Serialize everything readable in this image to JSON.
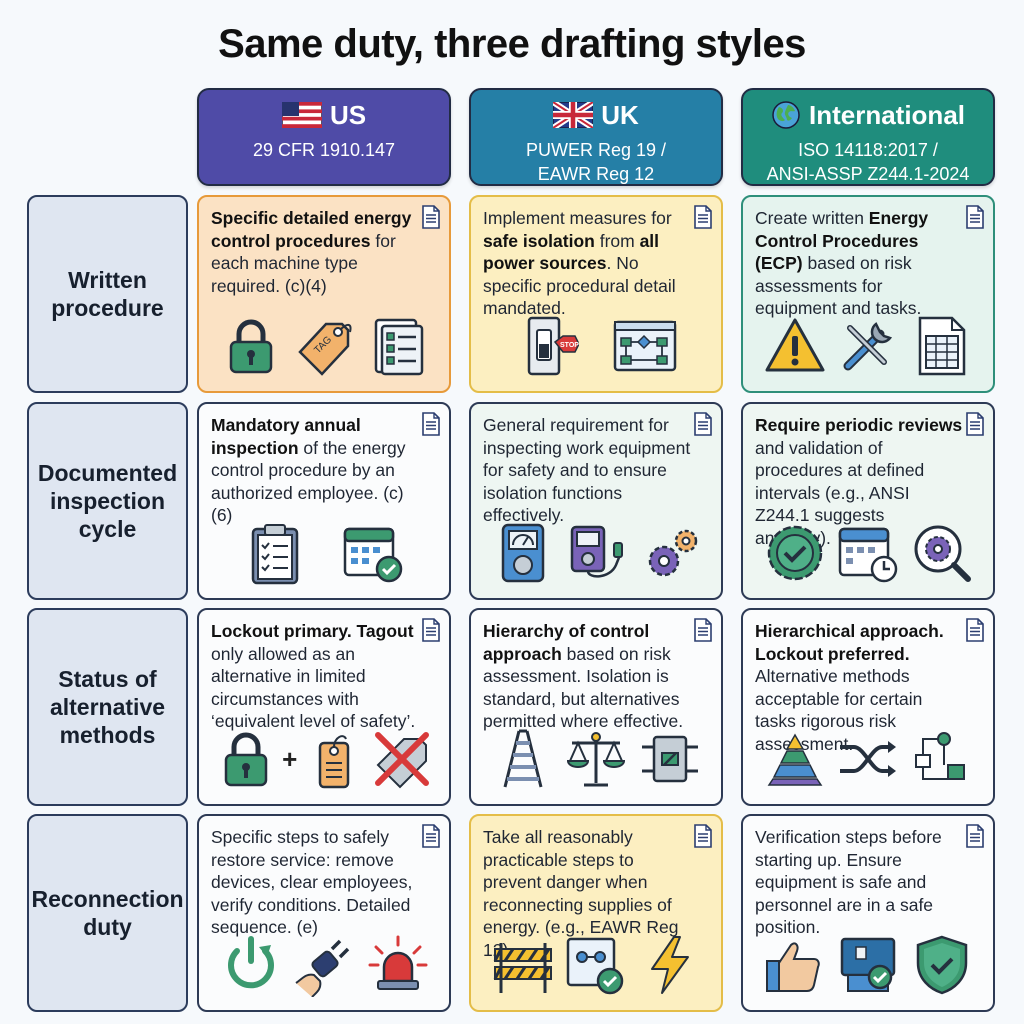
{
  "title": "Same duty, three drafting styles",
  "columns": [
    {
      "flag": "us-flag-icon",
      "name": "US",
      "ref": "29 CFR 1910.147"
    },
    {
      "flag": "uk-flag-icon",
      "name": "UK",
      "ref": "PUWER Reg 19 /\nEAWR Reg 12"
    },
    {
      "flag": "globe-icon",
      "name": "International",
      "ref": "ISO 14118:2017 /\nANSI-ASSP Z244.1-2024"
    }
  ],
  "rows": [
    {
      "label": "Written\nprocedure"
    },
    {
      "label": "Documented\ninspection\ncycle"
    },
    {
      "label": "Status of\nalternative\nmethods"
    },
    {
      "label": "Reconnection\nduty"
    }
  ],
  "cells": {
    "r1": {
      "us": {
        "bold": "Specific detailed energy control procedures",
        "text": " for each machine type required. (c)(4)",
        "icons": [
          "padlock-icon",
          "tag-icon",
          "checklist-icon"
        ]
      },
      "uk": {
        "pre": "Implement measures for ",
        "bold": "safe isolation",
        "mid": " from ",
        "bold2": "all power sources",
        "text": ". No specific procedural detail mandated.",
        "icons": [
          "switch-icon",
          "stop-sign-icon",
          "flowchart-icon"
        ]
      },
      "int": {
        "pre": "Create written ",
        "bold": "Energy Control Procedures (ECP)",
        "text": " based on risk assessments for equipment and tasks.",
        "icons": [
          "warning-icon",
          "tools-icon",
          "spreadsheet-icon"
        ]
      }
    },
    "r2": {
      "us": {
        "bold": "Mandatory annual inspection",
        "text": " of the energy control procedure by an authorized employee. (c)(6)",
        "icons": [
          "clipboard-icon",
          "calendar-check-icon"
        ]
      },
      "uk": {
        "text": "General requirement for inspecting work equipment for safety and to ensure isolation functions effectively.",
        "icons": [
          "meter-icon",
          "tester-icon",
          "gears-icon"
        ]
      },
      "int": {
        "bold": "Require periodic reviews",
        "text": " and validation of procedures at defined intervals (e.g., ANSI Z244.1 suggests annually).",
        "icons": [
          "badge-check-icon",
          "calendar-clock-icon",
          "gear-search-icon"
        ]
      }
    },
    "r3": {
      "us": {
        "bold": "Lockout primary. Tagout",
        "text": " only allowed as an alternative in limited circumstances with ‘equivalent level of safety’.",
        "plus": "+",
        "icons": [
          "padlock-icon",
          "tag-icon",
          "crossed-tag-icon"
        ]
      },
      "uk": {
        "bold": "Hierarchy of control approach",
        "text": " based on risk assessment. Isolation is standard, but alternatives permitted where effective.",
        "icons": [
          "ladder-icon",
          "scales-icon",
          "isolator-icon"
        ]
      },
      "int": {
        "bold": "Hierarchical approach. Lockout preferred.",
        "text": " Alternative methods acceptable for certain tasks rigorous risk assessment.",
        "icons": [
          "pyramid-icon",
          "shuffle-icon",
          "process-flow-icon"
        ]
      }
    },
    "r4": {
      "us": {
        "text": "Specific steps to safely restore service: remove devices, clear employees, verify conditions. Detailed sequence. (e)",
        "icons": [
          "power-restore-icon",
          "plug-icon",
          "beacon-icon"
        ]
      },
      "uk": {
        "text": "Take all reasonably practicable steps to prevent danger when reconnecting supplies of energy. (e.g., EAWR Reg 12)",
        "icons": [
          "barrier-icon",
          "panel-check-icon",
          "lightning-icon"
        ]
      },
      "int": {
        "text": "Verification steps before starting up. Ensure equipment is safe and personnel are in a safe position.",
        "icons": [
          "thumbs-up-icon",
          "machine-check-icon",
          "shield-check-icon"
        ]
      }
    }
  },
  "colors": {
    "us": "#4f4ba7",
    "uk": "#257fa6",
    "int": "#1f8d7d",
    "orange": "#fbe2c4",
    "yellow": "#fcefc1",
    "mint": "#e5f3ee"
  }
}
